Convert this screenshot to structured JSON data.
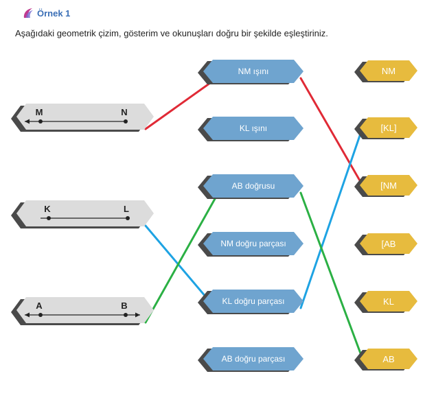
{
  "header": {
    "title": "Örnek 1",
    "icon": "swoosh-icon"
  },
  "instruction": "Aşağıdaki geometrik çizim, gösterim ve okunuşları doğru bir şekilde eşleştiriniz.",
  "drawings": [
    {
      "id": "mn",
      "left": "M",
      "right": "N",
      "arrows": "left"
    },
    {
      "id": "kl",
      "left": "K",
      "right": "L",
      "arrows": "none"
    },
    {
      "id": "ab",
      "left": "A",
      "right": "B",
      "arrows": "both"
    }
  ],
  "names": [
    "NM ışını",
    "KL ışını",
    "AB doğrusu",
    "NM doğru parçası",
    "KL doğru parçası",
    "AB doğru parçası"
  ],
  "notations": [
    "NM",
    "[KL]",
    "[NM",
    "[AB",
    "KL",
    "AB"
  ],
  "connections": [
    {
      "from": "drawing:mn",
      "to": "name:NM ışını",
      "color": "#e02a36"
    },
    {
      "from": "name:NM ışını",
      "to": "notation:[NM",
      "color": "#e02a36"
    },
    {
      "from": "drawing:kl",
      "to": "name:KL doğru parçası",
      "color": "#1ea3e3"
    },
    {
      "from": "name:KL doğru parçası",
      "to": "notation:[KL]",
      "color": "#1ea3e3"
    },
    {
      "from": "drawing:ab",
      "to": "name:AB doğrusu",
      "color": "#2bb044"
    },
    {
      "from": "name:AB doğrusu",
      "to": "notation:AB",
      "color": "#2bb044"
    }
  ],
  "colors": {
    "name_fill": "#6fa4cf",
    "notation_fill": "#e7bb3e",
    "drawing_fill": "#dcdcdc",
    "title": "#3b6fb6"
  }
}
